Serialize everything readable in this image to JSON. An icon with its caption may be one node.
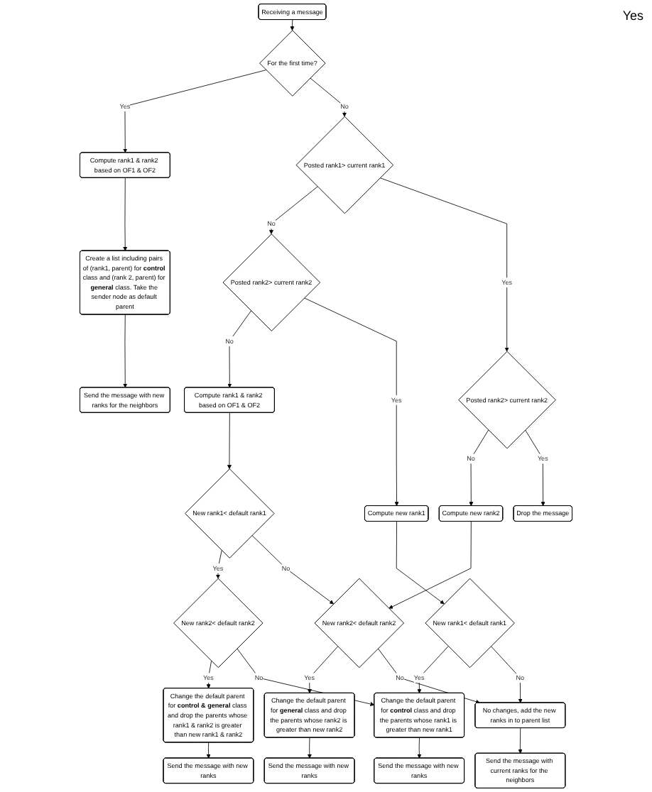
{
  "diagram": {
    "nodes": [
      {
        "text": [
          "Receiving a message"
        ]
      },
      {
        "text": [
          "For the first time?"
        ]
      },
      {
        "text": [
          "Posted rank1> current rank1"
        ]
      },
      {
        "text": [
          "Posted rank2> current rank2"
        ]
      },
      {
        "text": [
          "Drop the message"
        ]
      },
      {
        "text": [
          "Compute rank1 & rank2 based on OF1 & OF2"
        ]
      },
      {
        "text": [
          "Posted rank2> current rank2"
        ]
      },
      {
        "text": [
          "Compute new rank1"
        ]
      },
      {
        "text": [
          "Compute new rank2"
        ]
      },
      {
        "text": [
          "Create a list including pairs of (rank1, parent) for **control** class and (rank 2, parent) for **general** class. Take the sender node as default parent"
        ]
      },
      {
        "text": [
          "New rank2< default rank2"
        ]
      },
      {
        "text": [
          "Compute rank1 & rank2 based on OF1 & OF2"
        ]
      },
      {
        "text": [
          "New rank1< default rank1"
        ]
      },
      {
        "text": [
          "New rank1< default rank1"
        ]
      },
      {
        "text": [
          "Change the default parent for **general** class and drop the parents whose rank2 is greater than new rank2"
        ]
      },
      {
        "text": [
          "Change the default parent for **control** class and drop the parents whose rank1 is greater than new rank1"
        ]
      },
      {
        "text": [
          "Send the message with new ranks for the neighbors"
        ]
      },
      {
        "text": [
          "Send the message with new ranks"
        ]
      },
      {
        "text": [
          "Send the message with new ranks"
        ]
      },
      {
        "text": [
          "New rank2< default rank2"
        ]
      },
      {
        "text": [
          "No changes, add the new ranks in to parent list"
        ]
      },
      {
        "text": [
          "Send the message with current ranks for the neighbors"
        ]
      },
      {
        "text": [
          "Change the default parent for **control & general** class and drop the parents whose rank1 & rank2 is greater than new rank1 & rank2"
        ]
      },
      {
        "text": [
          "Send the message with new ranks"
        ]
      }
    ],
    "edges": [
      {
        "from": 0,
        "to": 1,
        "arrow": "to"
      },
      {
        "from": 1,
        "to": 5,
        "arrow": "to",
        "label": "Yes"
      },
      {
        "from": 1,
        "to": 2,
        "arrow": "to",
        "label": "No"
      },
      {
        "from": 5,
        "to": 9,
        "arrow": "to"
      },
      {
        "from": 9,
        "to": 16,
        "arrow": "to"
      },
      {
        "from": 2,
        "to": 6,
        "arrow": "to",
        "label": "No"
      },
      {
        "from": 2,
        "to": 3,
        "arrow": "to",
        "label": "Yes"
      },
      {
        "from": 6,
        "to": 11,
        "arrow": "to",
        "label": "No"
      },
      {
        "from": 6,
        "to": 7,
        "arrow": "to",
        "label": "Yes"
      },
      {
        "from": 3,
        "to": 8,
        "arrow": "to",
        "label": "No"
      },
      {
        "from": 3,
        "to": 4,
        "arrow": "to",
        "label": "Yes"
      },
      {
        "from": 11,
        "to": 13,
        "arrow": "to"
      },
      {
        "from": 7,
        "to": 12,
        "arrow": "to"
      },
      {
        "from": 8,
        "to": 10,
        "arrow": "to"
      },
      {
        "from": 13,
        "to": 19,
        "arrow": "to",
        "label": "Yes"
      },
      {
        "from": 13,
        "to": 10,
        "arrow": "to",
        "label": "No"
      },
      {
        "from": 19,
        "to": 22,
        "arrow": "to",
        "label": "Yes"
      },
      {
        "from": 19,
        "to": 15,
        "arrow": "to",
        "label": "No"
      },
      {
        "from": 12,
        "to": 15,
        "arrow": "to",
        "label": "Yes"
      },
      {
        "from": 12,
        "to": 20,
        "arrow": "to",
        "label": "No"
      },
      {
        "from": 10,
        "to": 14,
        "arrow": "to",
        "label": "Yes"
      },
      {
        "from": 10,
        "to": 20,
        "arrow": "to",
        "label": "No"
      },
      {
        "from": 22,
        "to": 23,
        "arrow": "to"
      },
      {
        "from": 15,
        "to": 18,
        "arrow": "to"
      },
      {
        "from": 14,
        "to": 17,
        "arrow": "to"
      },
      {
        "from": 20,
        "to": 21,
        "arrow": "to"
      }
    ],
    "labels": [
      "Yes"
    ]
  }
}
